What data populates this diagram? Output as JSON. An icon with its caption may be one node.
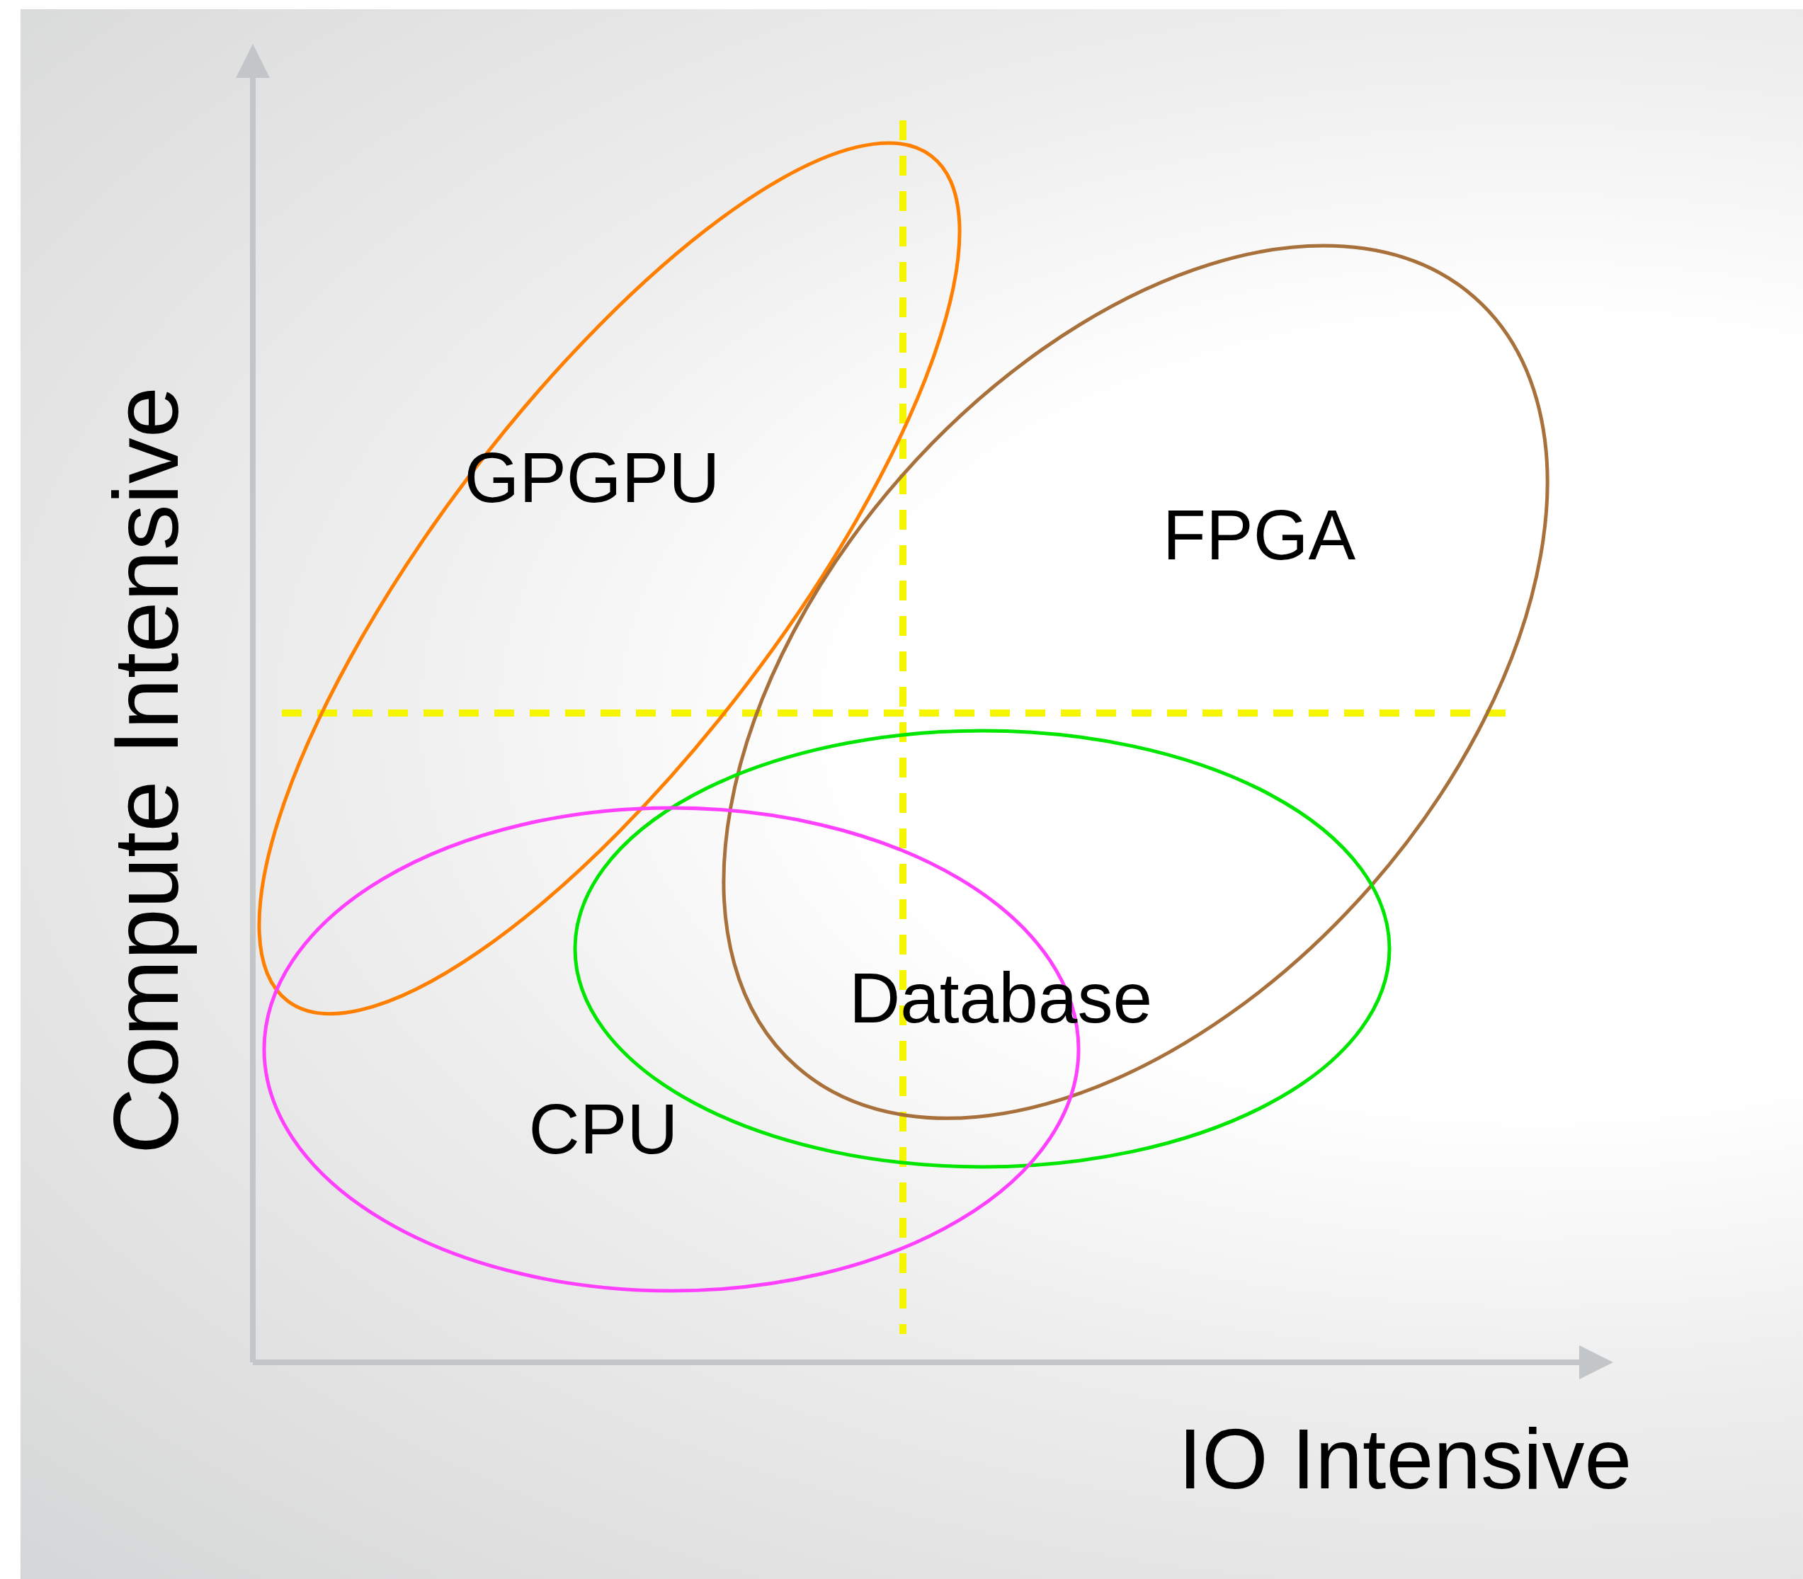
{
  "diagram": {
    "nodes": [
      {
        "text": [
          "GPGPU"
        ]
      },
      {
        "text": [
          "FPGA"
        ]
      },
      {
        "text": [
          "Database"
        ]
      },
      {
        "text": [
          "CPU"
        ]
      }
    ],
    "labels": [
      "Compute Intensive",
      "IO Intensive"
    ]
  }
}
